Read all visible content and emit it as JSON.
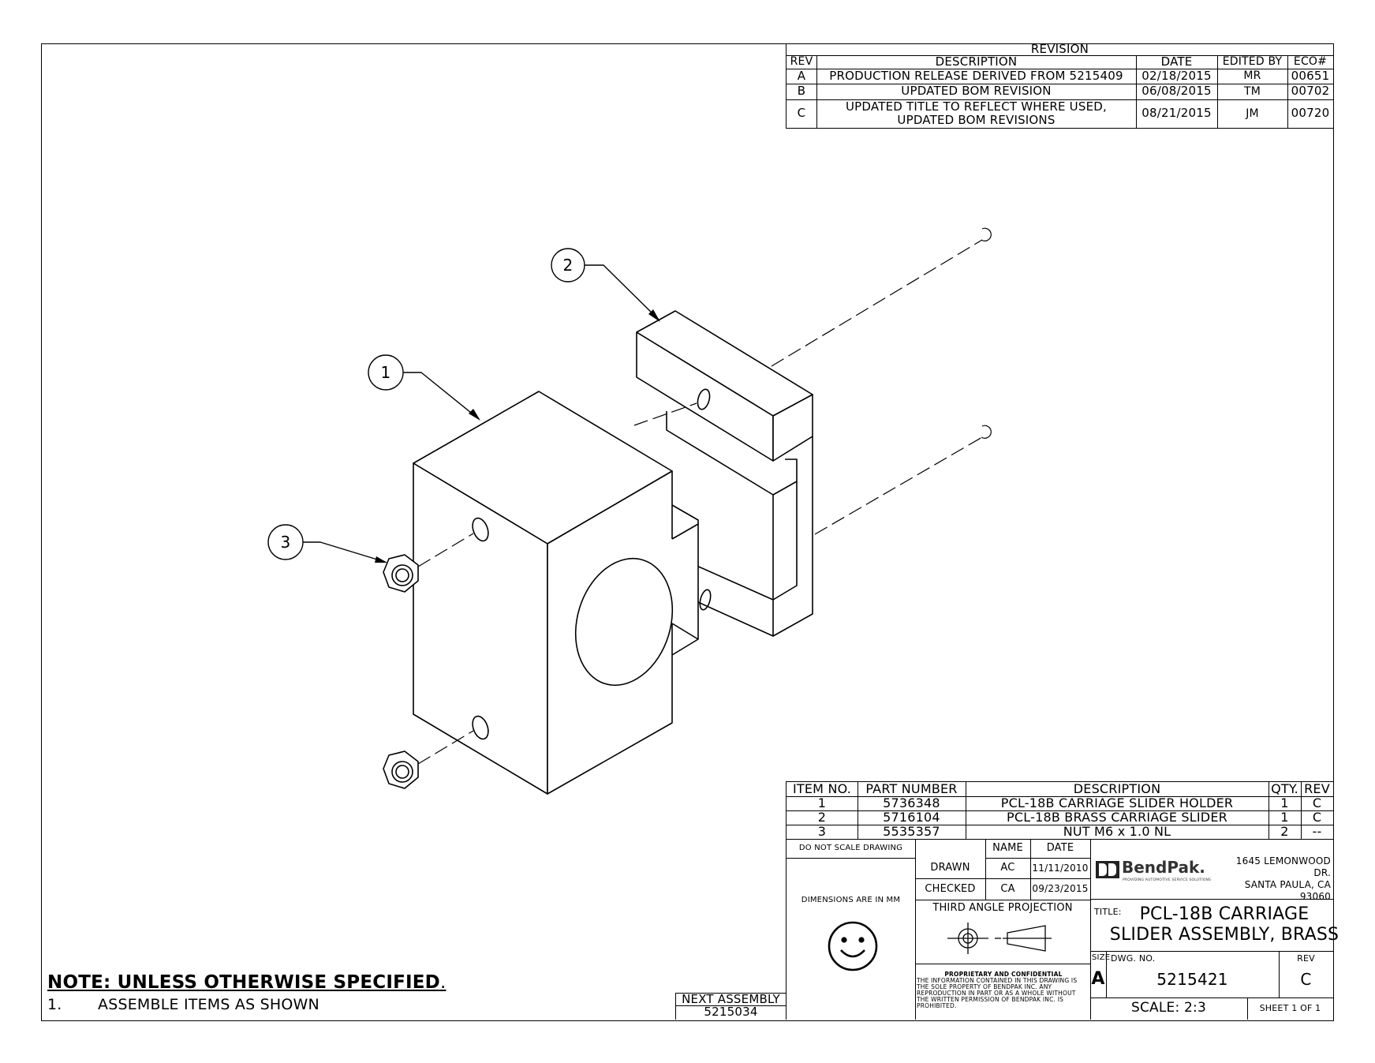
{
  "revision": {
    "heading": "REVISION",
    "columns": [
      "REV",
      "DESCRIPTION",
      "DATE",
      "EDITED BY",
      "ECO#"
    ],
    "rows": [
      {
        "rev": "A",
        "desc1": "PRODUCTION RELEASE DERIVED FROM 5215409",
        "desc2": "",
        "date": "02/18/2015",
        "by": "MR",
        "eco": "00651"
      },
      {
        "rev": "B",
        "desc1": "UPDATED BOM REVISION",
        "desc2": "",
        "date": "06/08/2015",
        "by": "TM",
        "eco": "00702"
      },
      {
        "rev": "C",
        "desc1": "UPDATED TITLE TO REFLECT WHERE USED,",
        "desc2": "UPDATED BOM REVISIONS",
        "date": "08/21/2015",
        "by": "JM",
        "eco": "00720"
      }
    ]
  },
  "balloons": [
    "1",
    "2",
    "3"
  ],
  "bom": {
    "columns": [
      "ITEM NO.",
      "PART NUMBER",
      "DESCRIPTION",
      "QTY.",
      "REV"
    ],
    "rows": [
      {
        "item": "1",
        "part": "5736348",
        "desc": "PCL-18B CARRIAGE SLIDER HOLDER",
        "qty": "1",
        "rev": "C"
      },
      {
        "item": "2",
        "part": "5716104",
        "desc": "PCL-18B BRASS CARRIAGE SLIDER",
        "qty": "1",
        "rev": "C"
      },
      {
        "item": "3",
        "part": "5535357",
        "desc": "NUT M6 x 1.0 NL",
        "qty": "2",
        "rev": "--"
      }
    ]
  },
  "title_block": {
    "do_not_scale": "DO NOT SCALE DRAWING",
    "dimensions": "DIMENSIONS ARE IN MM",
    "name_label": "NAME",
    "date_label": "DATE",
    "drawn_label": "DRAWN",
    "drawn_name": "AC",
    "drawn_date": "11/11/2010",
    "checked_label": "CHECKED",
    "checked_name": "CA",
    "checked_date": "09/23/2015",
    "projection": "THIRD ANGLE PROJECTION",
    "proprietary_title": "PROPRIETARY AND CONFIDENTIAL",
    "proprietary_lines": [
      "THE INFORMATION CONTAINED IN THIS DRAWING IS",
      "THE SOLE PROPERTY OF BENDPAK INC. ANY",
      "REPRODUCTION IN PART OR AS A WHOLE WITHOUT",
      "THE WRITTEN PERMISSION OF BENDPAK INC. IS",
      "PROHIBITED."
    ],
    "company": "BendPak.",
    "tagline": "PROVIDING AUTOMOTIVE SERVICE SOLUTIONS",
    "address1": "1645 LEMONWOOD DR.",
    "address2": "SANTA PAULA, CA 93060",
    "title_label": "TITLE:",
    "title1": "PCL-18B CARRIAGE",
    "title2": "SLIDER ASSEMBLY, BRASS",
    "size_label": "SIZE",
    "size": "A",
    "dwg_label": "DWG.  NO.",
    "dwg_no": "5215421",
    "rev_label": "REV",
    "rev": "C",
    "scale": "SCALE: 2:3",
    "sheet": "SHEET 1 OF 1"
  },
  "next_assembly": {
    "label": "NEXT ASSEMBLY",
    "value": "5215034"
  },
  "notes": {
    "heading": "NOTE: UNLESS OTHERWISE SPECIFIED",
    "number": "1.",
    "text": "ASSEMBLE ITEMS AS SHOWN"
  }
}
